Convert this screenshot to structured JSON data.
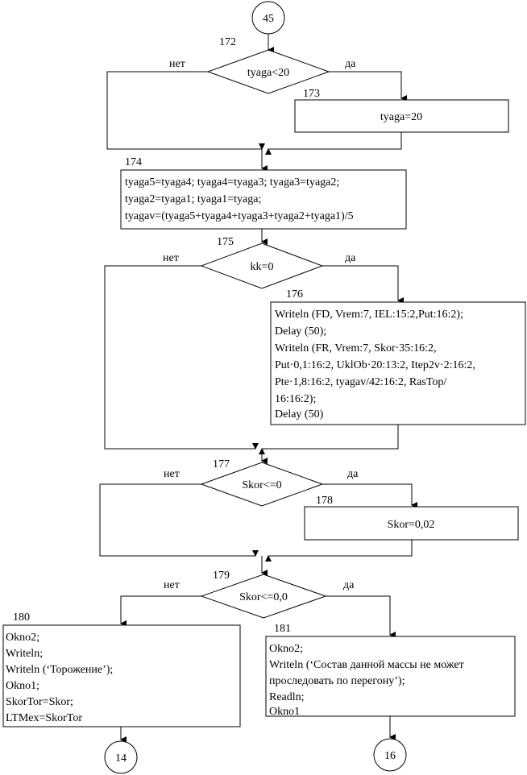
{
  "connectors": {
    "c45": "45",
    "c14": "14",
    "c16": "16"
  },
  "branch": {
    "yes": "да",
    "no": "нет"
  },
  "blocks": {
    "b172": {
      "num": "172",
      "lines": [
        "tyaga<20"
      ]
    },
    "b173": {
      "num": "173",
      "lines": [
        "tyaga=20"
      ]
    },
    "b174": {
      "num": "174",
      "lines": [
        "tyaga5=tyaga4; tyaga4=tyaga3; tyaga3=tyaga2;",
        "tyaga2=tyaga1; tyaga1=tyaga;",
        "tyagav=(tyaga5+tyaga4+tyaga3+tyaga2+tyaga1)/5"
      ]
    },
    "b175": {
      "num": "175",
      "lines": [
        "kk=0"
      ]
    },
    "b176": {
      "num": "176",
      "lines": [
        "Writeln (FD, Vrem:7, IEL:15:2,Put:16:2);",
        "Delay (50);",
        "Writeln (FR, Vrem:7, Skor·35:16:2,",
        "Put·0,1:16:2, UklOb·20:13:2, Itep2v·2:16:2,",
        "Pte·1,8:16:2, tyagav/42:16:2, RasTop/",
        "16:16:2);",
        "Delay (50)"
      ]
    },
    "b177": {
      "num": "177",
      "lines": [
        "Skor<=0"
      ]
    },
    "b178": {
      "num": "178",
      "lines": [
        "Skor=0,02"
      ]
    },
    "b179": {
      "num": "179",
      "lines": [
        "Skor<=0,0"
      ]
    },
    "b180": {
      "num": "180",
      "lines": [
        "Okno2;",
        "Writeln;",
        "Writeln (‘Торожение’);",
        "Okno1;",
        "SkorTor=Skor;",
        "LTMex=SkorTor"
      ]
    },
    "b181": {
      "num": "181",
      "lines": [
        "Okno2;",
        "Writeln (‘Состав данной массы не может",
        "проследовать по перегону’);",
        "Readln;",
        "Okno1"
      ]
    }
  }
}
